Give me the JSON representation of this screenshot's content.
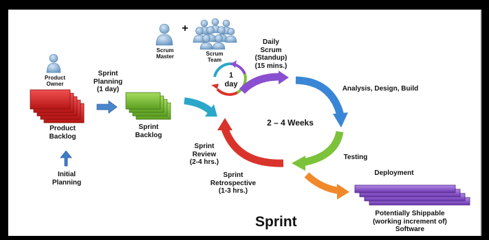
{
  "labels": {
    "product_owner": "Product\nOwner",
    "product_backlog": "Product\nBacklog",
    "initial_planning": "Initial\nPlanning",
    "sprint_planning": "Sprint\nPlanning\n(1 day)",
    "sprint_backlog": "Sprint\nBacklog",
    "scrum_master": "Scrum\nMaster",
    "plus": "+",
    "scrum_team": "Scrum\nTeam",
    "daily_scrum": "Daily\nScrum\n(Standup)\n(15 mins.)",
    "one_day": "1\nday",
    "analysis": "Analysis, Design, Build",
    "weeks": "2 – 4 Weeks",
    "testing": "Testing",
    "sprint_review": "Sprint\nReview\n(2-4 hrs.)",
    "sprint_retro": "Sprint\nRetrospective\n(1-3 hrs.)",
    "deployment": "Deployment",
    "shippable": "Potentially Shippable\n(working increment of)\nSoftware",
    "sprint_title": "Sprint"
  },
  "colors": {
    "product_backlog": "#e02a2a",
    "sprint_backlog": "#7cc23a",
    "increment": "#8a4fd0",
    "arrow_blue": "#3f7cc8",
    "arrow_teal": "#2aa7c9",
    "cycle_purple": "#8a4fd0",
    "cycle_blue": "#3a86d6",
    "cycle_green": "#7cc23a",
    "cycle_red": "#d9342b",
    "deploy_orange": "#f0892a",
    "person": "#8ab4d8"
  }
}
